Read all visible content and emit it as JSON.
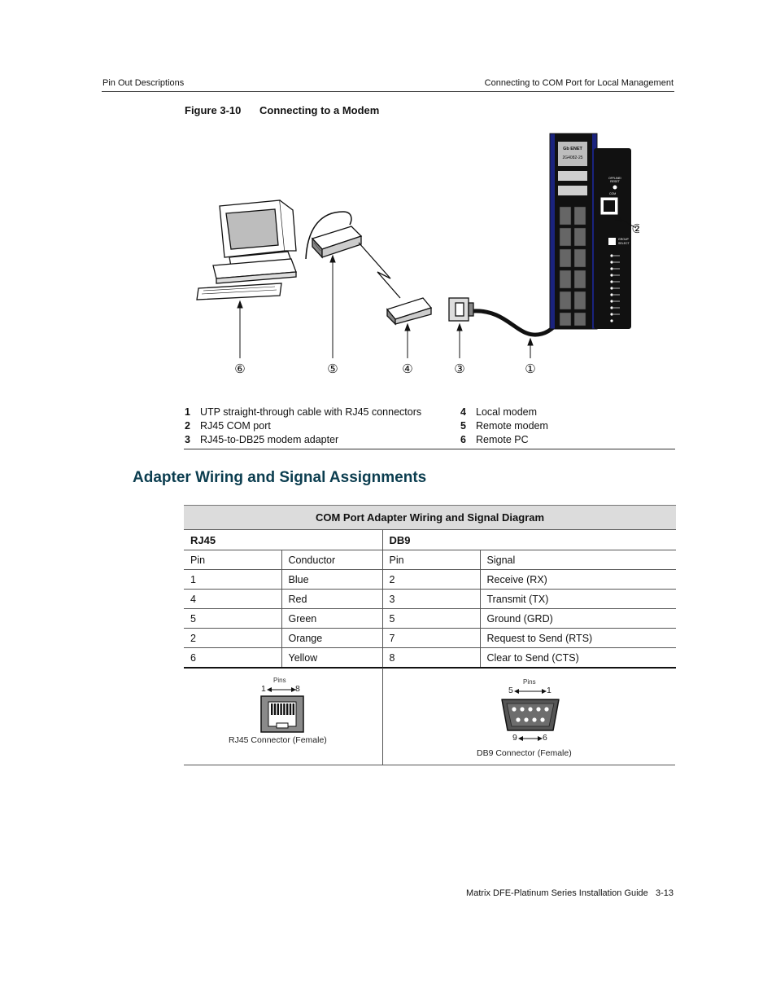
{
  "header": {
    "left": "Pin Out Descriptions",
    "right": "Connecting to COM Port for Local Management"
  },
  "figure": {
    "number": "Figure 3-10",
    "title": "Connecting to a Modem",
    "device_label_1": "Gb ENET",
    "device_label_2": "2G4082-25",
    "device_small_1": "OFFLINE/",
    "device_small_2": "RESET",
    "device_small_3": "COM",
    "device_small_4": "GROUP",
    "device_small_5": "SELECT",
    "callouts": [
      "⑥",
      "⑤",
      "④",
      "③",
      "①",
      "②"
    ]
  },
  "legend": [
    {
      "num": "1",
      "text": "UTP straight-through cable with RJ45 connectors"
    },
    {
      "num": "2",
      "text": "RJ45 COM port"
    },
    {
      "num": "3",
      "text": "RJ45-to-DB25 modem adapter"
    },
    {
      "num": "4",
      "text": "Local modem"
    },
    {
      "num": "5",
      "text": "Remote modem"
    },
    {
      "num": "6",
      "text": "Remote PC"
    }
  ],
  "section": {
    "title": "Adapter Wiring and Signal Assignments"
  },
  "table": {
    "title": "COM Port Adapter Wiring and Signal Diagram",
    "group_left": "RJ45",
    "group_right": "DB9",
    "columns": [
      "Pin",
      "Conductor",
      "Pin",
      "Signal"
    ],
    "rows": [
      [
        "1",
        "Blue",
        "2",
        "Receive (RX)"
      ],
      [
        "4",
        "Red",
        "3",
        "Transmit (TX)"
      ],
      [
        "5",
        "Green",
        "5",
        "Ground (GRD)"
      ],
      [
        "2",
        "Orange",
        "7",
        "Request to Send (RTS)"
      ],
      [
        "6",
        "Yellow",
        "8",
        "Clear to Send (CTS)"
      ]
    ]
  },
  "connectors": {
    "rj45": {
      "pins_label": "Pins",
      "pin_left": "1",
      "pin_right": "8",
      "caption": "RJ45  Connector  (Female)"
    },
    "db9": {
      "pins_label": "Pins",
      "top_left": "5",
      "top_right": "1",
      "bottom_left": "9",
      "bottom_right": "6",
      "caption": "DB9  Connector  (Female)"
    }
  },
  "footer": {
    "text": "Matrix DFE-Platinum Series Installation Guide",
    "page": "3-13"
  },
  "colors": {
    "heading": "#0b3d4f",
    "device_blue": "#1a237e",
    "table_header_bg": "#dcdcdc"
  }
}
